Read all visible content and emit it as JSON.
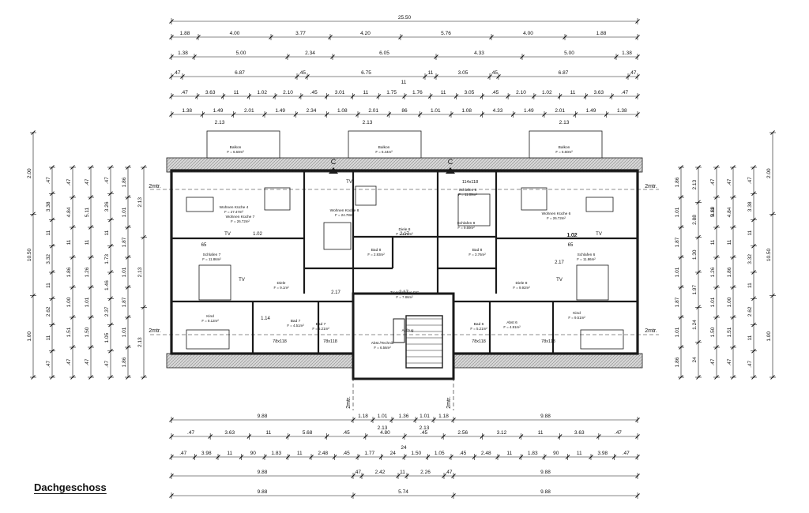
{
  "title": "Dachgeschoss",
  "marker": "2mtr.",
  "section": "C",
  "top_dims": {
    "total": "25.50",
    "row1": [
      "1.88",
      "4.00",
      "3.77",
      "4.20",
      "5.76",
      "4.00",
      "1.88"
    ],
    "row2": [
      "1.38",
      "5.00",
      "2.34",
      "6.05",
      "4.33",
      "5.00",
      "1.38"
    ],
    "row3": [
      ".47",
      "6.87",
      ".45",
      "6.75",
      "11",
      "3.05",
      ".45",
      "6.87",
      ".47"
    ],
    "row3_note": "11",
    "row4": [
      ".47",
      "3.63",
      "11",
      "1.02",
      "2.10",
      ".45",
      "3.01",
      "11",
      "1.75",
      "1.76",
      "11",
      "3.05",
      ".45",
      "2.10",
      "1.02",
      "11",
      "3.63",
      ".47"
    ],
    "row5": [
      "1.38",
      "1.49",
      "2.01",
      "1.49",
      "2.34",
      "1.08",
      "2.01",
      "86",
      "1.01",
      "1.08",
      "4.33",
      "1.49",
      "2.01",
      "1.49",
      "1.38"
    ],
    "row5_sub": [
      "2.13",
      "2.13",
      "2.13"
    ]
  },
  "bottom_dims": {
    "row1": [
      "9.88",
      "1.18",
      "1.01",
      "1.36",
      "1.01",
      "1.18",
      "9.88"
    ],
    "row1_sub": [
      "2.13",
      "2.13"
    ],
    "row2": [
      ".47",
      "3.63",
      "11",
      "5.68",
      ".45",
      "4.80",
      ".45",
      "2.56",
      "3.12",
      "11",
      "3.63",
      ".47"
    ],
    "row2_note": "24",
    "row3": [
      ".47",
      "3.98",
      "11",
      "90",
      "1.83",
      "11",
      "2.48",
      ".45",
      "1.77",
      "24",
      "1.50",
      "1.05",
      ".45",
      "2.48",
      "11",
      "1.83",
      "90",
      "11",
      "3.98",
      ".47"
    ],
    "row4": [
      "9.88",
      ".47",
      "2.42",
      "11",
      "2.26",
      ".47",
      "9.88"
    ],
    "row5": [
      "9.88",
      "5.74",
      "9.88"
    ]
  },
  "side_dims": {
    "outer": [
      "2.00",
      "10.50",
      "1.00"
    ],
    "col_a": [
      ".47",
      "3.38",
      "11",
      "3.32",
      "11",
      "2.62",
      "11",
      ".47"
    ],
    "col_b": [
      ".47",
      "4.84",
      "11",
      "1.86",
      "1.00",
      "1.51",
      ".47"
    ],
    "col_c": [
      ".47",
      "5.11",
      "11",
      "1.26",
      "1.01",
      "1.50",
      ".47"
    ],
    "col_d": [
      ".47",
      "3.26",
      "11",
      "1.73",
      "1.46",
      "2.37",
      "1.05",
      ".47"
    ],
    "col_e": [
      "1.86",
      "1.01",
      "1.87",
      "1.01",
      "1.87",
      "1.01",
      "1.86"
    ],
    "col_f": [
      "2.13",
      "2.13",
      "2.13"
    ],
    "right_extra": [
      "2.13",
      "2.88",
      "1.30",
      "1.97",
      "1.24",
      "24"
    ],
    "right_small": [
      "3.69",
      "1.02"
    ]
  },
  "rooms": [
    {
      "name": "Balkon",
      "area": "F = 6.60m²"
    },
    {
      "name": "Balkon",
      "area": "F = 6.44m²"
    },
    {
      "name": "Balkon",
      "area": "F = 6.60m²"
    },
    {
      "name": "Wohnen Küche 4",
      "area": "F = 27.47m²"
    },
    {
      "name": "Wohnen Küche 7",
      "area": "F = 26.72m²"
    },
    {
      "name": "Wohnen Küche 8",
      "area": "F = 24.78m²"
    },
    {
      "name": "Schlafen 8",
      "area": "F = 11.09m²"
    },
    {
      "name": "Schlafen 8",
      "area": "F = 9.69m²"
    },
    {
      "name": "Wohnen Küche 6",
      "area": "F = 26.72m²"
    },
    {
      "name": "Schlafen 7",
      "area": "F = 11.86m²"
    },
    {
      "name": "Diele",
      "area": "F = 9.1m²"
    },
    {
      "name": "Bad 8",
      "area": "F = 2.93m²"
    },
    {
      "name": "Diele 8",
      "area": "F = 4.76m²"
    },
    {
      "name": "Bad 8",
      "area": "F = 3.76m²"
    },
    {
      "name": "Diele 8",
      "area": "F = 9.92m²"
    },
    {
      "name": "Schlafen 6",
      "area": "F = 11.86m²"
    },
    {
      "name": "Treppenhaus DG",
      "area": "F = 7.86m²"
    },
    {
      "name": "Kind",
      "area": "F = 8.12m²"
    },
    {
      "name": "Bad 7",
      "area": "F = 4.51m²"
    },
    {
      "name": "Bad 7",
      "area": "F = 5.21m²"
    },
    {
      "name": "Bad 6",
      "area": "F = 5.21m²"
    },
    {
      "name": "Abst 6",
      "area": "F = 4.91m²"
    },
    {
      "name": "Kind",
      "area": "F = 9.51m²"
    },
    {
      "name": "Aufzug",
      "area": ""
    },
    {
      "name": "Abst./Technik",
      "area": "F = 6.56m²"
    }
  ],
  "windows": [
    "114x118",
    "78x118",
    "78x118",
    "78x118",
    "78x118"
  ],
  "dim_labels": [
    "2.17",
    "2.17",
    "2.17",
    "2.17",
    "1.02",
    "1.02",
    "1.14",
    "65",
    "65",
    "TV",
    "TV",
    "TV",
    "TV",
    "TV"
  ],
  "colors": {
    "ink": "#111111",
    "wall": "#1a1a1a",
    "roof": "#9a9a9a",
    "hatch": "#bdbdbd"
  }
}
